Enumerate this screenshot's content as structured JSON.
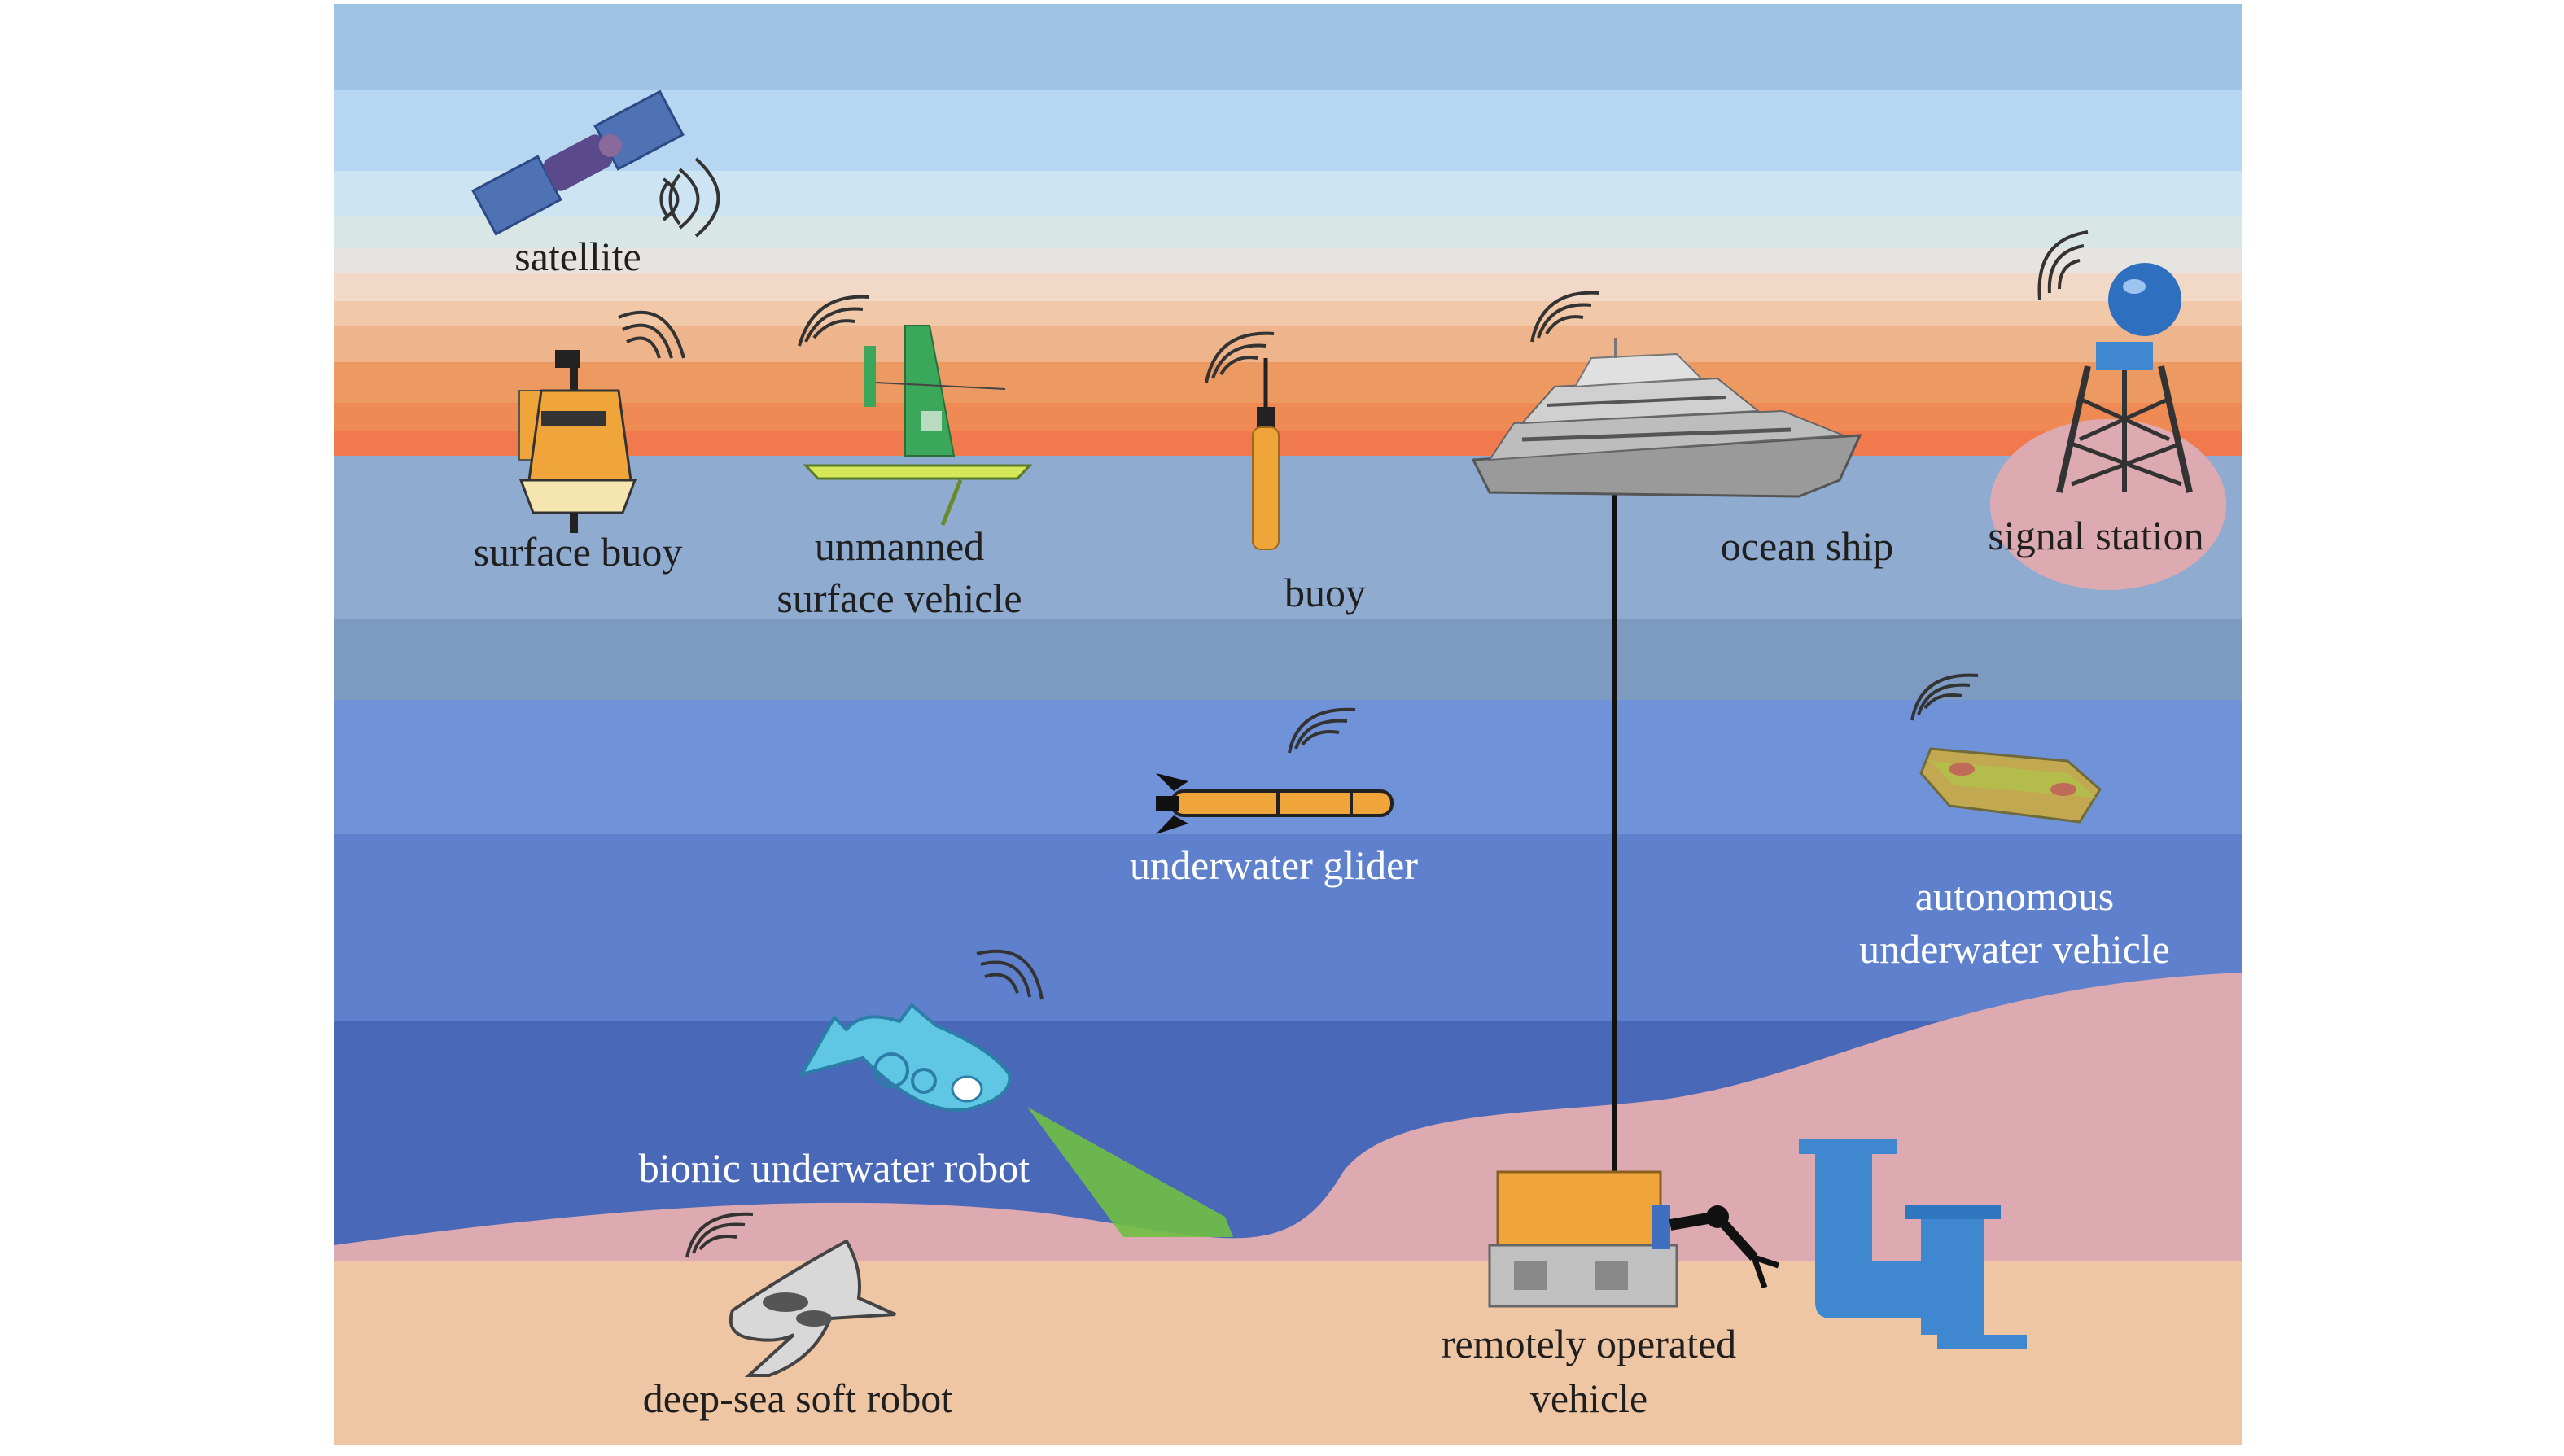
{
  "diagram": {
    "labels": {
      "satellite": "satellite",
      "surface_buoy": "surface buoy",
      "usv_line1": "unmanned",
      "usv_line2": "surface vehicle",
      "buoy": "buoy",
      "ocean_ship": "ocean ship",
      "signal_station": "signal station",
      "underwater_glider": "underwater glider",
      "auv_line1": "autonomous",
      "auv_line2": "underwater vehicle",
      "bionic_robot": "bionic underwater robot",
      "soft_robot": "deep-sea soft robot",
      "rov_line1": "remotely operated",
      "rov_line2": "vehicle"
    },
    "icons": [
      "satellite-icon",
      "surface-buoy-icon",
      "unmanned-surface-vehicle-icon",
      "buoy-icon",
      "ocean-ship-icon",
      "signal-station-icon",
      "underwater-glider-icon",
      "autonomous-underwater-vehicle-icon",
      "bionic-fish-robot-icon",
      "deep-sea-soft-robot-icon",
      "remotely-operated-vehicle-icon",
      "pipeline-icon",
      "wireless-signal-icon"
    ],
    "colors": {
      "sky_top": "#9fc3e3",
      "sunset": "#f07a4e",
      "surface_water": "#8fabcf",
      "deep_water": "#4a68b8",
      "seabed": "#dcaab0",
      "sand": "#efc6a4",
      "equipment_orange": "#f0a53a",
      "equipment_green": "#3aa75a",
      "pipe_blue": "#3f88cf"
    }
  }
}
